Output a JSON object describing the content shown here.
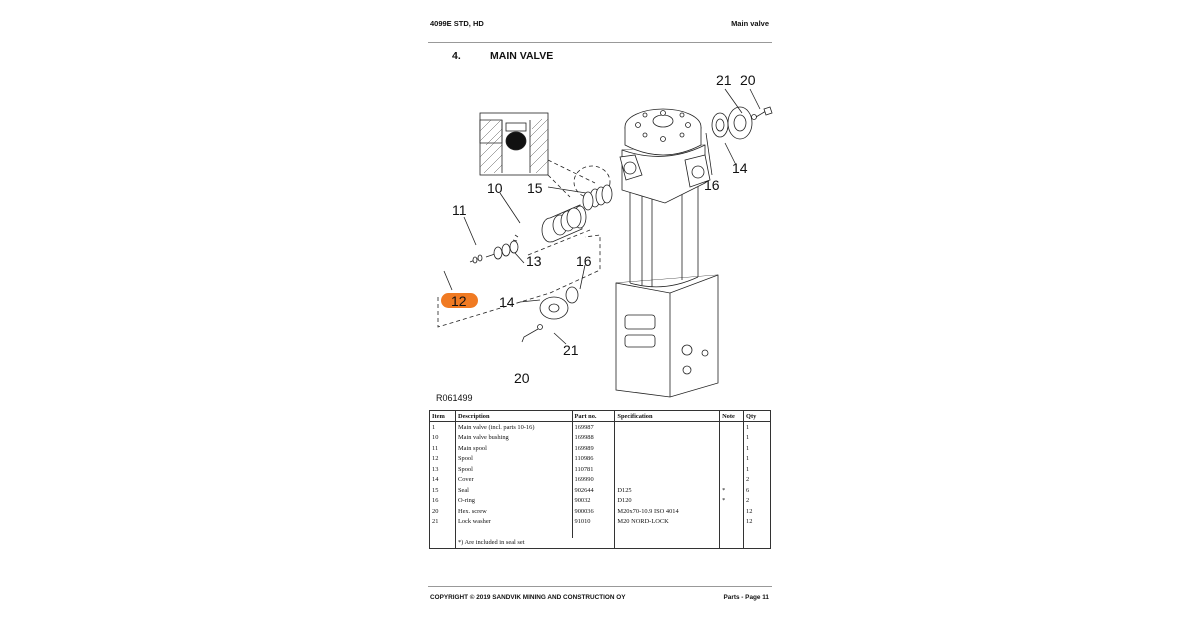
{
  "header": {
    "model": "4099E STD, HD",
    "section": "Main valve"
  },
  "title": {
    "number": "4.",
    "text": "MAIN VALVE"
  },
  "drawing": {
    "code": "R061499",
    "callouts": [
      "21",
      "20",
      "14",
      "16",
      "10",
      "15",
      "11",
      "13",
      "16",
      "14",
      "12",
      "21",
      "20"
    ],
    "highlighted_callout": "12",
    "highlight_color": "#f07a22"
  },
  "table": {
    "headers": [
      "Item",
      "Description",
      "Part no.",
      "Specification",
      "Note",
      "Qty"
    ],
    "rows": [
      [
        "1",
        "Main valve (incl. parts 10-16)",
        "169987",
        "",
        "",
        "1"
      ],
      [
        "10",
        "Main valve bushing",
        "169988",
        "",
        "",
        "1"
      ],
      [
        "11",
        "Main spool",
        "169989",
        "",
        "",
        "1"
      ],
      [
        "12",
        "Spool",
        "110986",
        "",
        "",
        "1"
      ],
      [
        "13",
        "Spool",
        "110781",
        "",
        "",
        "1"
      ],
      [
        "14",
        "Cover",
        "169990",
        "",
        "",
        "2"
      ],
      [
        "15",
        "Seal",
        "902644",
        "D125",
        "*",
        "6"
      ],
      [
        "16",
        "O-ring",
        "90032",
        "D120",
        "*",
        "2"
      ],
      [
        "20",
        "Hex. screw",
        "900036",
        "M20x70-10.9 ISO 4014",
        "",
        "12"
      ],
      [
        "21",
        "Lock washer",
        "91010",
        "M20 NORD-LOCK",
        "",
        "12"
      ]
    ],
    "footnote": "*) Are included in seal set"
  },
  "footer": {
    "copyright": "COPYRIGHT © 2019 SANDVIK MINING AND CONSTRUCTION OY",
    "page": "Parts - Page 11"
  }
}
